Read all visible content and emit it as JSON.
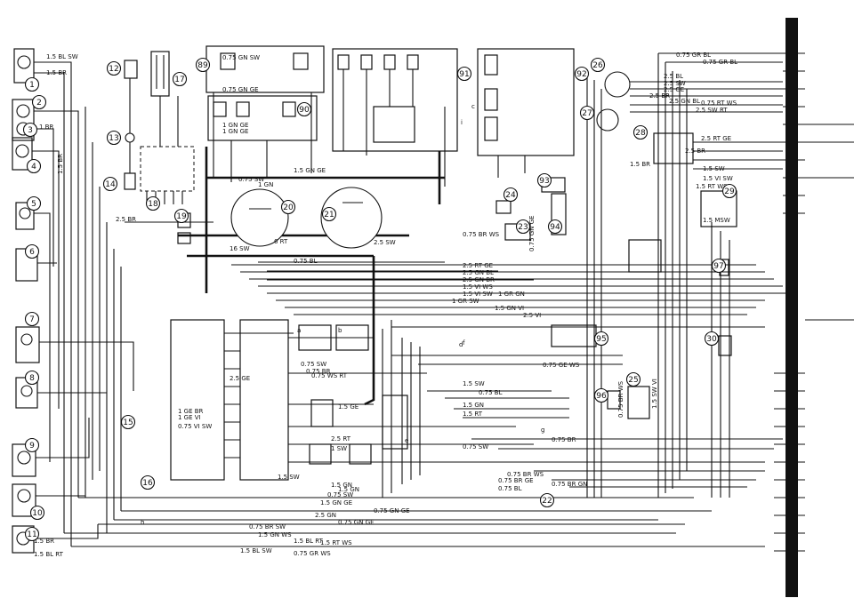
{
  "wire_labels": [
    {
      "text": "1.5 BL SW"
    },
    {
      "text": "1.5 BR"
    },
    {
      "text": "1 BR"
    },
    {
      "text": "1.5 BR"
    },
    {
      "text": "0.75 GN SW"
    },
    {
      "text": "0.75 GN GE"
    },
    {
      "text": "1 GN GE"
    },
    {
      "text": "1 GN GE"
    },
    {
      "text": "1.5 GN GE"
    },
    {
      "text": "0.75 SW"
    },
    {
      "text": "1 GN"
    },
    {
      "text": "6 RT"
    },
    {
      "text": "16 SW"
    },
    {
      "text": "0.75 BL"
    },
    {
      "text": "2.5 BR"
    },
    {
      "text": "2.5 RT GE"
    },
    {
      "text": "2.5 GN BL"
    },
    {
      "text": "2.5 GN BR"
    },
    {
      "text": "1.5 VI WS"
    },
    {
      "text": "1.5 VI SW"
    },
    {
      "text": "1 GR GN"
    },
    {
      "text": "1 GR SW"
    },
    {
      "text": "1.5 GN VI"
    },
    {
      "text": "2.5 VI"
    },
    {
      "text": "2.5 SW"
    },
    {
      "text": "0.75 BR WS"
    },
    {
      "text": "0.75 GN GE"
    },
    {
      "text": "0.75 GE WS"
    },
    {
      "text": "1.5 SW"
    },
    {
      "text": "0.75 BL"
    },
    {
      "text": "1.5 RT"
    },
    {
      "text": "1.5 GN"
    },
    {
      "text": "0.75 BR"
    },
    {
      "text": "0.75 SW"
    },
    {
      "text": "0.75 BR WS"
    },
    {
      "text": "0.75 BR GE"
    },
    {
      "text": "0.75 BL"
    },
    {
      "text": "0.75 BR GN"
    },
    {
      "text": "1.5 GN"
    },
    {
      "text": "1.5 GN GE"
    },
    {
      "text": "0.75 GN GE"
    },
    {
      "text": "2.5 GN"
    },
    {
      "text": "0.75 GN GE"
    },
    {
      "text": "0.75 BR SW"
    },
    {
      "text": "1.5 GN WS"
    },
    {
      "text": "1.5 BL RT"
    },
    {
      "text": "1.5 RT WS"
    },
    {
      "text": "1.5 BL SW"
    },
    {
      "text": "0.75 GR WS"
    },
    {
      "text": "1.5 BL RT"
    },
    {
      "text": "1.5 BR"
    },
    {
      "text": "0.75 GR BL"
    },
    {
      "text": "0.75 GR BL"
    },
    {
      "text": "2.5 BL"
    },
    {
      "text": "2.5 SW"
    },
    {
      "text": "2.5 GE"
    },
    {
      "text": "2.5 BR"
    },
    {
      "text": "2.5 GN BL"
    },
    {
      "text": "0.75 RT WS"
    },
    {
      "text": "2.5 SW RT"
    },
    {
      "text": "2.5 RT GE"
    },
    {
      "text": "2.5 BR"
    },
    {
      "text": "1.5 BR"
    },
    {
      "text": "1.5 SW"
    },
    {
      "text": "1.5 VI SW"
    },
    {
      "text": "1.5 RT WS"
    },
    {
      "text": "1.5 MSW"
    },
    {
      "text": "1 GE BR"
    },
    {
      "text": "1 GE VI"
    },
    {
      "text": "0.75 VI SW"
    },
    {
      "text": "2.5 GE"
    },
    {
      "text": "0.75 SW"
    },
    {
      "text": "0.75 BR"
    },
    {
      "text": "0.75 WS RT"
    },
    {
      "text": "1.5 GE"
    },
    {
      "text": "2.5 RT"
    },
    {
      "text": "1 SW"
    },
    {
      "text": "1.5 SW"
    },
    {
      "text": "1.5 GN"
    },
    {
      "text": "0.75 SW"
    },
    {
      "text": "1.5 SW VI"
    },
    {
      "text": "0.75 BR WS"
    }
  ],
  "component_numbers": [
    "1",
    "2",
    "3",
    "4",
    "5",
    "6",
    "7",
    "8",
    "9",
    "10",
    "11",
    "12",
    "13",
    "14",
    "15",
    "16",
    "17",
    "18",
    "19",
    "20",
    "21",
    "22",
    "23",
    "24",
    "25",
    "26",
    "27",
    "28",
    "29",
    "30",
    "89",
    "90",
    "91",
    "92",
    "93",
    "94",
    "95",
    "96",
    "97"
  ],
  "component_letters": [
    "a",
    "b",
    "c",
    "d",
    "e",
    "f",
    "g",
    "h",
    "i"
  ],
  "colors": {
    "ink": "#111111",
    "paper": "#ffffff"
  }
}
